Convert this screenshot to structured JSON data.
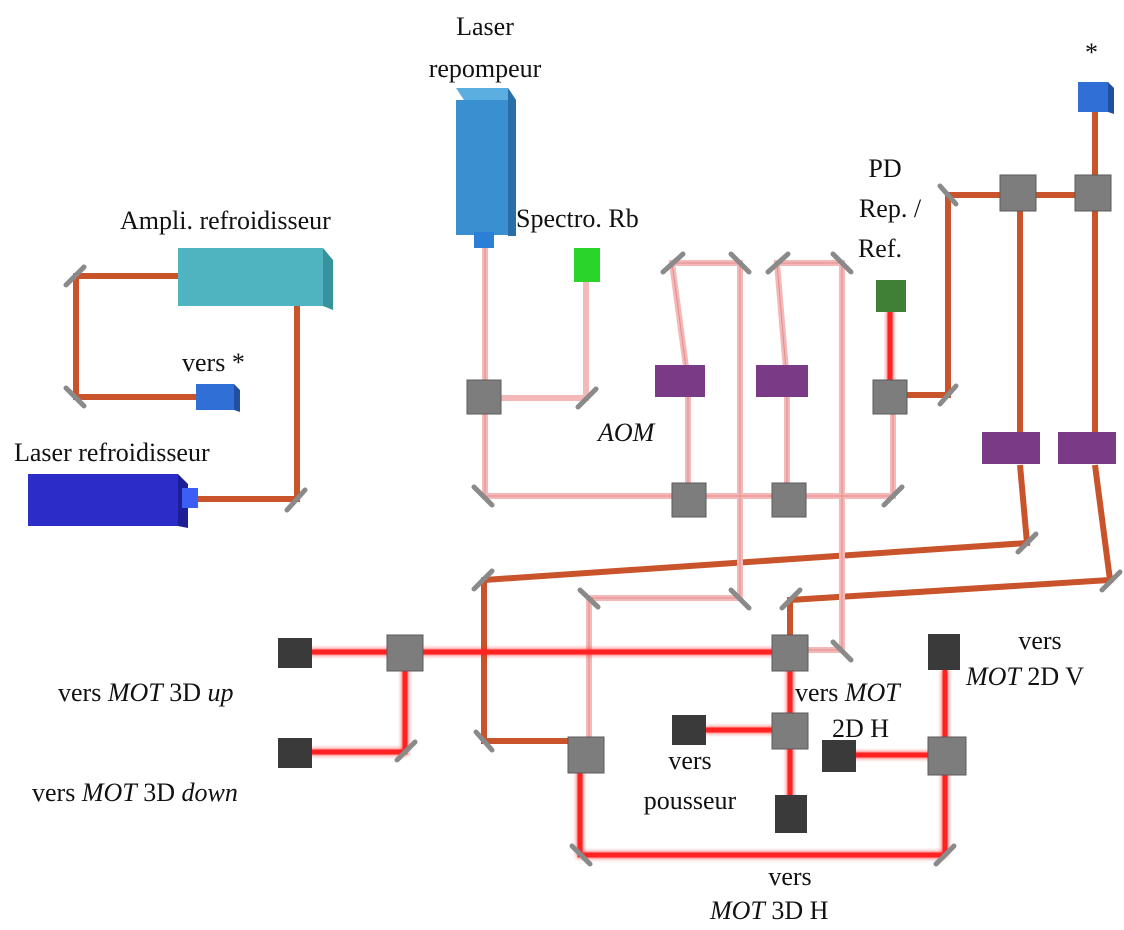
{
  "labels": {
    "laser_repumper_line1": "Laser",
    "laser_repumper_line2": "repompeur",
    "star_top": "*",
    "ampli_cooler": "Ampli. refroidisseur",
    "spectro_rb": "Spectro. Rb",
    "pd_line1": "PD",
    "pd_line2": "Rep. /",
    "pd_line3": "Ref.",
    "to_star_prefix": "vers",
    "to_star_symbol": "*",
    "laser_cooler": "Laser refroidisseur",
    "aom": "AOM",
    "to_word": "vers",
    "mot_word": "MOT",
    "mot3d_up_num": "3D",
    "mot3d_up_dir": "up",
    "mot3d_down_num": "3D",
    "mot3d_down_dir": "down",
    "mot2d_h_suffix": "2D H",
    "mot2d_v_suffix": "2D V",
    "pusher": "pousseur",
    "mot3d_h_suffix": "3D H"
  },
  "colors": {
    "beam_orange": "#c9532a",
    "beam_pink": "#f5b8b8",
    "beam_red": "#ff2020",
    "laser_repumper": "#3a8fd0",
    "ampli": "#4fb3c0",
    "laser_cooler": "#2c2cc8",
    "aom": "#7a3a86",
    "beamsplitter": "#7d7d7d",
    "pd": "#3f7f36",
    "spectro": "#2bd42b",
    "output_block": "#3a3a3a",
    "fiber_port": "#2f6fd6"
  },
  "components": {
    "aom_icon": "rf-modulator",
    "mirror_icon": "mirror",
    "cube_icon": "beam-splitter-cube",
    "beam_dump_icon": "output-coupler"
  }
}
